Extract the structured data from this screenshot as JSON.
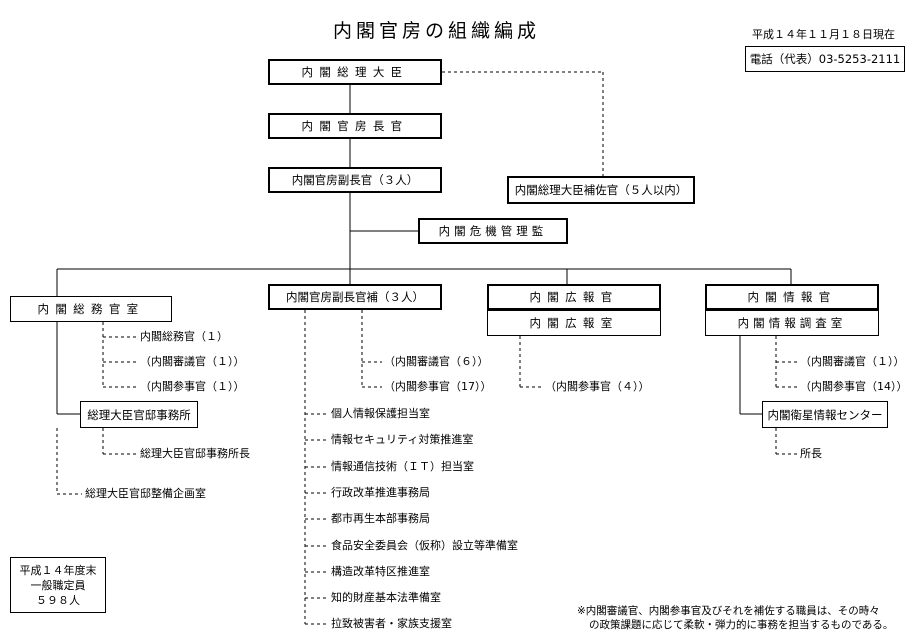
{
  "title": "内閣官房の組織編成",
  "date": "平成１４年１１月１８日現在",
  "phone": "電話（代表）03-5253-2111",
  "boxes": {
    "pm": "内閣総理大臣",
    "chief": "内閣官房長官",
    "deputy": "内閣官房副長官（３人）",
    "advisor": "内閣総理大臣補佐官（５人以内）",
    "crisis": "内閣危機管理監",
    "general_affairs": "内閣総務官室",
    "asst_deputy": "内閣官房副長官補（３人）",
    "pr_officer": "内閣広報官",
    "pr_office": "内閣広報室",
    "intel_officer": "内閣情報官",
    "intel_office": "内閣情報調査室",
    "residence_office": "総理大臣官邸事務所",
    "satellite": "内閣衛星情報センター"
  },
  "ga_items": [
    "内閣総務官（１）",
    "（内閣審議官（１））",
    "（内閣参事官（１））"
  ],
  "residence_head": "総理大臣官邸事務所長",
  "residence_planning": "総理大臣官邸整備企画室",
  "asst_items": [
    "（内閣審議官（６））",
    "（内閣参事官（17））"
  ],
  "asst_offices": [
    "個人情報保護担当室",
    "情報セキュリティ対策推進室",
    "情報通信技術（ＩＴ）担当室",
    "行政改革推進事務局",
    "都市再生本部事務局",
    "食品安全委員会（仮称）設立等準備室",
    "構造改革特区推進室",
    "知的財産基本法準備室",
    "拉致被害者・家族支援室"
  ],
  "pr_items": [
    "（内閣参事官（４））"
  ],
  "intel_items": [
    "（内閣審議官（１））",
    "（内閣参事官（14））"
  ],
  "satellite_head": "所長",
  "staff": [
    "平成１４年度末",
    "一般職定員",
    "５９８人"
  ],
  "note": [
    "※内閣審議官、内閣参事官及びそれを補佐する職員は、その時々",
    "の政策課題に応じて柔軟・弾力的に事務を担当するものである。"
  ]
}
